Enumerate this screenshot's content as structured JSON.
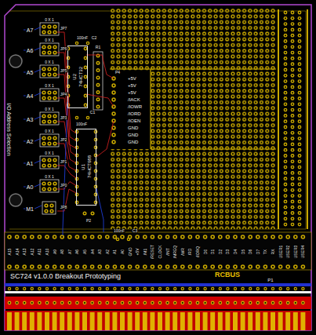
{
  "diagram": {
    "nodes": [
      {
        "text": [
          "U2",
          "74HCT32"
        ]
      },
      {
        "text": [
          "U1",
          "74HCT688"
        ]
      }
    ],
    "labels": [
      "I/O Address Selection",
      "A7",
      "A6",
      "A5",
      "A4",
      "A3",
      "A2",
      "A1",
      "A0",
      "M1",
      "0 X 1",
      "0 X 1",
      "0 X 1",
      "0 X 1",
      "0 X 1",
      "0 X 1",
      "0 X 1",
      "0 X 1",
      "JP7",
      "JP6",
      "JP5",
      "JP4",
      "JP3",
      "JP2",
      "JP1",
      "JP0",
      "JP8",
      "C2",
      "100nF",
      "C1",
      "100nF",
      "R1",
      "P4",
      "P2",
      "100nF",
      "C3",
      "+5V",
      "+5V",
      "+5V",
      "/IACK",
      "/IOWR",
      "/IORD",
      "/IOEN",
      "GND",
      "GND",
      "GND",
      "A15",
      "A14",
      "A13",
      "A12",
      "A11",
      "A10",
      "A9",
      "A8",
      "A7",
      "A6",
      "A5",
      "A4",
      "A3",
      "A2",
      "A1",
      "A0",
      "GND",
      "+5V",
      "/M1",
      "/RESET",
      "CLOCK",
      "/INT",
      "/MREQ",
      "/WR",
      "/RD",
      "/IORQ",
      "D0",
      "D1",
      "D2",
      "D3",
      "D4",
      "D5",
      "D6",
      "D7",
      "TX",
      "RX",
      "USER1",
      "USER2",
      "USER3",
      "USER4",
      "SC724 v1.0.0 Breakout Prototyping",
      "RCBUS",
      "P1"
    ]
  }
}
